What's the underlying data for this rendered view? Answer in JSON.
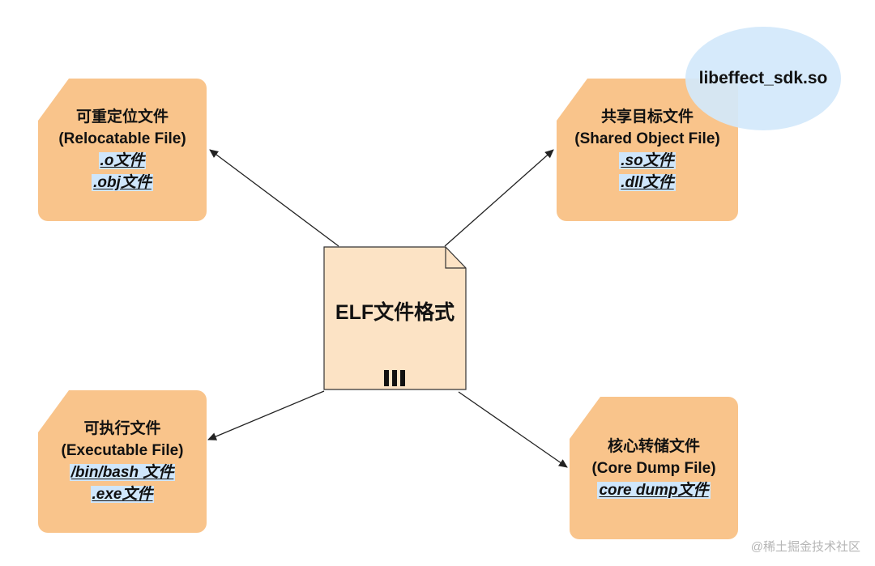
{
  "center": {
    "title": "ELF文件格式"
  },
  "nodes": {
    "relocatable": {
      "title": "可重定位文件",
      "subtitle": "(Relocatable File)",
      "examples": [
        ".o文件",
        ".obj文件"
      ]
    },
    "shared": {
      "title": "共享目标文件",
      "subtitle": "(Shared Object File)",
      "examples": [
        ".so文件",
        ".dll文件"
      ]
    },
    "executable": {
      "title": "可执行文件",
      "subtitle": "(Executable File)",
      "examples": [
        "/bin/bash 文件",
        ".exe文件"
      ]
    },
    "core": {
      "title": "核心转储文件",
      "subtitle": "(Core Dump File)",
      "examples": [
        "core dump文件"
      ]
    }
  },
  "callout": {
    "text": "libeffect_sdk.so"
  },
  "watermark": {
    "text": "@稀土掘金技术社区"
  },
  "colors": {
    "card_fill": "#f9c48b",
    "center_fill": "#fce3c5",
    "callout_fill": "#d2e8fb",
    "link_highlight": "#cfe6fb",
    "arrow": "#222222"
  }
}
